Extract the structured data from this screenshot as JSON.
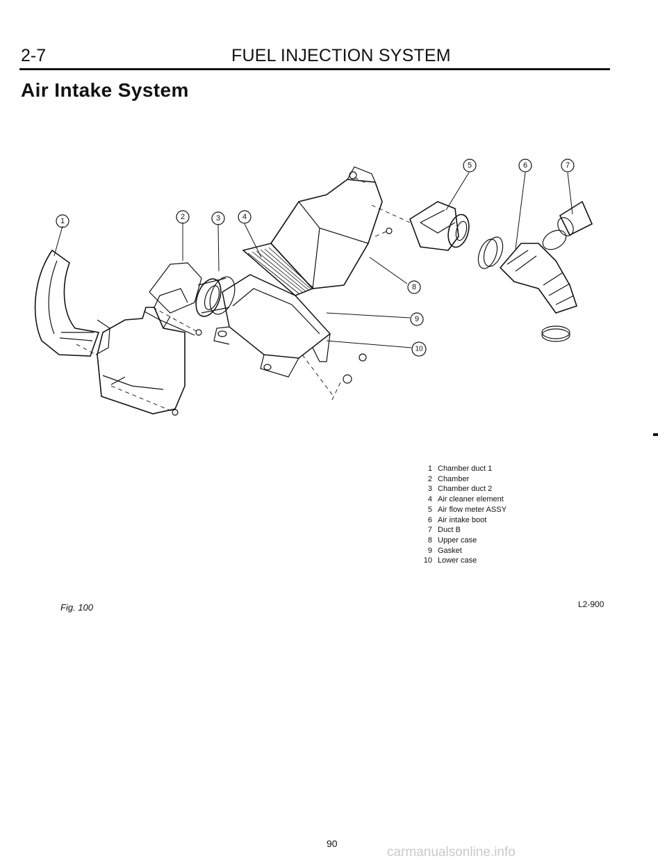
{
  "header": {
    "section_number": "2-7",
    "title": "FUEL INJECTION SYSTEM"
  },
  "section_title": "Air Intake System",
  "diagram": {
    "callouts": [
      "1",
      "2",
      "3",
      "4",
      "5",
      "6",
      "7",
      "8",
      "9",
      "10"
    ]
  },
  "legend": [
    {
      "num": "1",
      "label": "Chamber duct 1"
    },
    {
      "num": "2",
      "label": "Chamber"
    },
    {
      "num": "3",
      "label": "Chamber duct 2"
    },
    {
      "num": "4",
      "label": "Air cleaner element"
    },
    {
      "num": "5",
      "label": "Air flow meter ASSY"
    },
    {
      "num": "6",
      "label": "Air intake boot"
    },
    {
      "num": "7",
      "label": "Duct B"
    },
    {
      "num": "8",
      "label": "Upper case"
    },
    {
      "num": "9",
      "label": "Gasket"
    },
    {
      "num": "10",
      "label": "Lower case"
    }
  ],
  "figure": {
    "caption": "Fig. 100",
    "reference": "L2-900"
  },
  "footer": {
    "page_number": "90",
    "watermark": "carmanualsonline.info"
  }
}
